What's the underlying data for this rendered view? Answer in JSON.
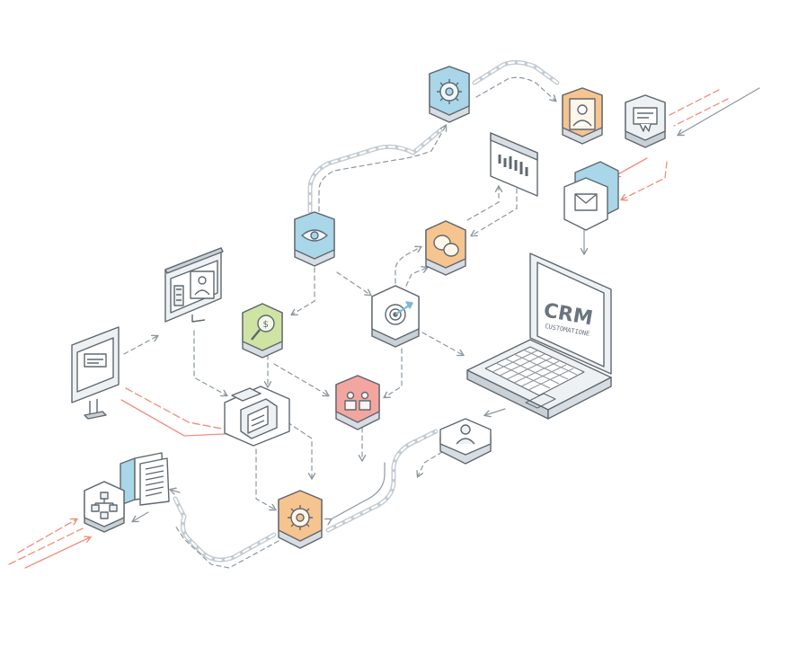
{
  "crm_label": "CRM",
  "crm_sublabel": "CUSTOMATIONE",
  "colors": {
    "line": "#b7c0c8",
    "line_dark": "#8d979f",
    "accent_red": "#f08f7c",
    "blue": "#a9d6e8",
    "orange": "#f6c48e",
    "green": "#cfe3a3",
    "red": "#f3a6a0",
    "gray_fill": "#eef1f3",
    "stroke": "#5f6870"
  },
  "nodes": [
    {
      "id": "gear-top",
      "icon": "gear-icon",
      "color": "blue"
    },
    {
      "id": "person-top",
      "icon": "user-profile-icon",
      "color": "orange"
    },
    {
      "id": "certificate",
      "icon": "certificate-icon",
      "color": "gray"
    },
    {
      "id": "mail",
      "icon": "mail-icon",
      "color": "blue"
    },
    {
      "id": "chart-panel",
      "icon": "bar-chart-icon",
      "color": "gray"
    },
    {
      "id": "chat",
      "icon": "chat-bubbles-icon",
      "color": "orange"
    },
    {
      "id": "target",
      "icon": "target-icon",
      "color": "gray"
    },
    {
      "id": "eye",
      "icon": "eye-icon",
      "color": "blue"
    },
    {
      "id": "money-search",
      "icon": "money-search-icon",
      "color": "green"
    },
    {
      "id": "team",
      "icon": "team-icon",
      "color": "red"
    },
    {
      "id": "video-monitor",
      "icon": "video-call-monitor-icon",
      "color": "gray"
    },
    {
      "id": "kiosk",
      "icon": "kiosk-screen-icon",
      "color": "gray"
    },
    {
      "id": "hub",
      "icon": "data-hub-icon",
      "color": "gray"
    },
    {
      "id": "user-tile",
      "icon": "user-tile-icon",
      "color": "gray"
    },
    {
      "id": "gear-bottom",
      "icon": "gear-icon",
      "color": "orange"
    },
    {
      "id": "documents",
      "icon": "documents-icon",
      "color": "blue"
    },
    {
      "id": "org-chart",
      "icon": "org-chart-icon",
      "color": "gray"
    },
    {
      "id": "laptop",
      "icon": "laptop-icon",
      "color": "gray"
    }
  ]
}
